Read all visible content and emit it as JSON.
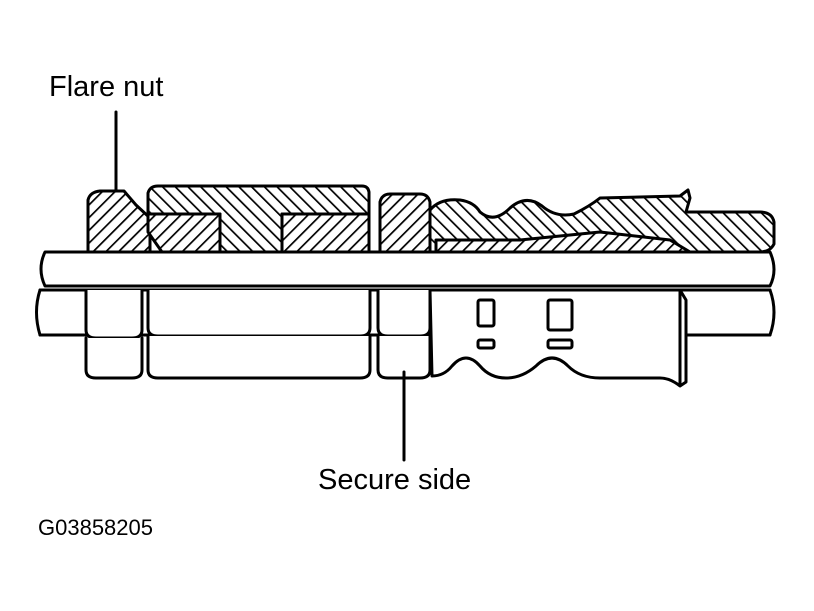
{
  "labels": {
    "flare_nut": "Flare nut",
    "secure_side": "Secure side",
    "figure_code": "G03858205"
  },
  "colors": {
    "ink": "#000000",
    "paper": "#ffffff"
  }
}
